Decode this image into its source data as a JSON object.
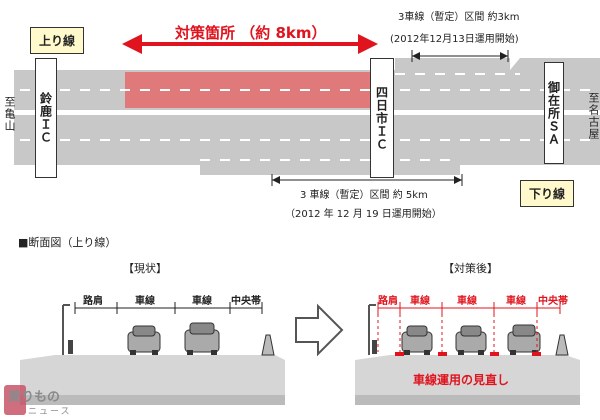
{
  "top": {
    "upbound_label": "上り線",
    "downbound_label": "下り線",
    "countermeasure_label": "対策箇所 （約 8km）",
    "section3km_label": "3車線（暫定）区間  約3km",
    "section3km_date": "(2012年12月13日運用開始)",
    "section5km_label": "3 車線（暫定）区間  約 5km",
    "section5km_date": "（2012 年 12 月 19 日運用開始）",
    "left_dest": "至亀山",
    "right_dest": "至名古屋",
    "ic1": "鈴鹿ＩＣ",
    "ic2": "四日市ＩＣ",
    "sa": "御在所ＳＡ"
  },
  "cross_section": {
    "title": "■断面図（上り線）",
    "current_label": "【現状】",
    "after_label": "【対策後】",
    "current_headers": [
      "路肩",
      "車線",
      "車線",
      "中央帯"
    ],
    "after_headers": [
      "路肩",
      "車線",
      "車線",
      "車線",
      "中央帯"
    ],
    "note": "車線運用の見直し"
  },
  "logo": {
    "main": "乗りもの",
    "sub": "ニュース"
  },
  "colors": {
    "road_gray": "#c9c9c9",
    "highlight_red": "#e06a6a",
    "arrow_red": "#e0141e",
    "tag_yellow": "#fff9cc"
  }
}
